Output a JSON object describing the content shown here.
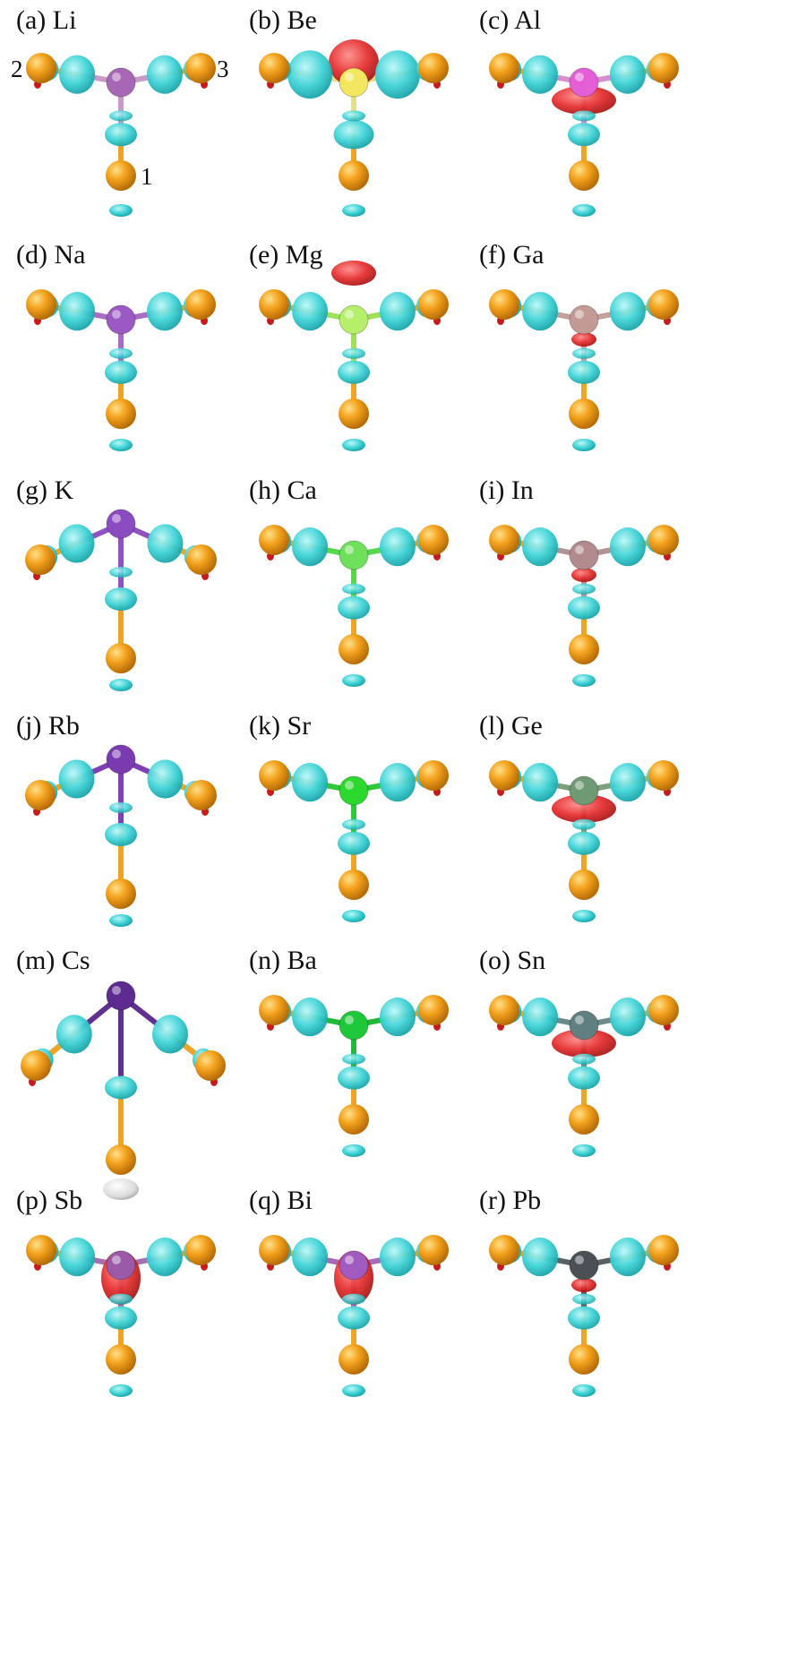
{
  "figure": {
    "panels": [
      {
        "label": "(a) Li",
        "central_color": "#a867b5",
        "bond_color": "#c89ac8",
        "shape": "y",
        "lobe": "none"
      },
      {
        "label": "(b) Be",
        "central_color": "#f3e760",
        "bond_color": "#e4e08a",
        "shape": "y",
        "lobe": "top-big"
      },
      {
        "label": "(c) Al",
        "central_color": "#e45fd6",
        "bond_color": "#d78fd0",
        "shape": "y",
        "lobe": "ring"
      },
      {
        "label": "(d) Na",
        "central_color": "#9b59c4",
        "bond_color": "#a86cc2",
        "shape": "y",
        "lobe": "none"
      },
      {
        "label": "(e) Mg",
        "central_color": "#b6f06a",
        "bond_color": "#9ee05a",
        "shape": "y",
        "lobe": "top-cap"
      },
      {
        "label": "(f) Ga",
        "central_color": "#c49a96",
        "bond_color": "#c4a09c",
        "shape": "y",
        "lobe": "small"
      },
      {
        "label": "(g) K",
        "central_color": "#8a4cc0",
        "bond_color": "#8f52c0",
        "shape": "spread",
        "lobe": "none"
      },
      {
        "label": "(h) Ca",
        "central_color": "#6fe05a",
        "bond_color": "#56d84a",
        "shape": "y",
        "lobe": "none"
      },
      {
        "label": "(i) In",
        "central_color": "#b08a8c",
        "bond_color": "#b09496",
        "shape": "y",
        "lobe": "small"
      },
      {
        "label": "(j) Rb",
        "central_color": "#7a3bb0",
        "bond_color": "#7f40b4",
        "shape": "spread",
        "lobe": "none"
      },
      {
        "label": "(k) Sr",
        "central_color": "#2cd82c",
        "bond_color": "#2ec83a",
        "shape": "y",
        "lobe": "none"
      },
      {
        "label": "(l) Ge",
        "central_color": "#6e9a74",
        "bond_color": "#7aa07c",
        "shape": "y",
        "lobe": "ring"
      },
      {
        "label": "(m) Cs",
        "central_color": "#5d2a90",
        "bond_color": "#62308f",
        "shape": "wide",
        "lobe": "none"
      },
      {
        "label": "(n) Ba",
        "central_color": "#1fc83a",
        "bond_color": "#22b83a",
        "shape": "y",
        "lobe": "none"
      },
      {
        "label": "(o) Sn",
        "central_color": "#5f7f80",
        "bond_color": "#6c8a8a",
        "shape": "y",
        "lobe": "ring"
      },
      {
        "label": "(p) Sb",
        "central_color": "#9a5aa8",
        "bond_color": "#a470b0",
        "shape": "y",
        "lobe": "column"
      },
      {
        "label": "(q) Bi",
        "central_color": "#a05ac0",
        "bond_color": "#a66ab8",
        "shape": "y",
        "lobe": "column"
      },
      {
        "label": "(r) Pb",
        "central_color": "#4a5054",
        "bond_color": "#5a6064",
        "shape": "y",
        "lobe": "small"
      }
    ],
    "atom_labels": [
      "1",
      "2",
      "3"
    ]
  }
}
